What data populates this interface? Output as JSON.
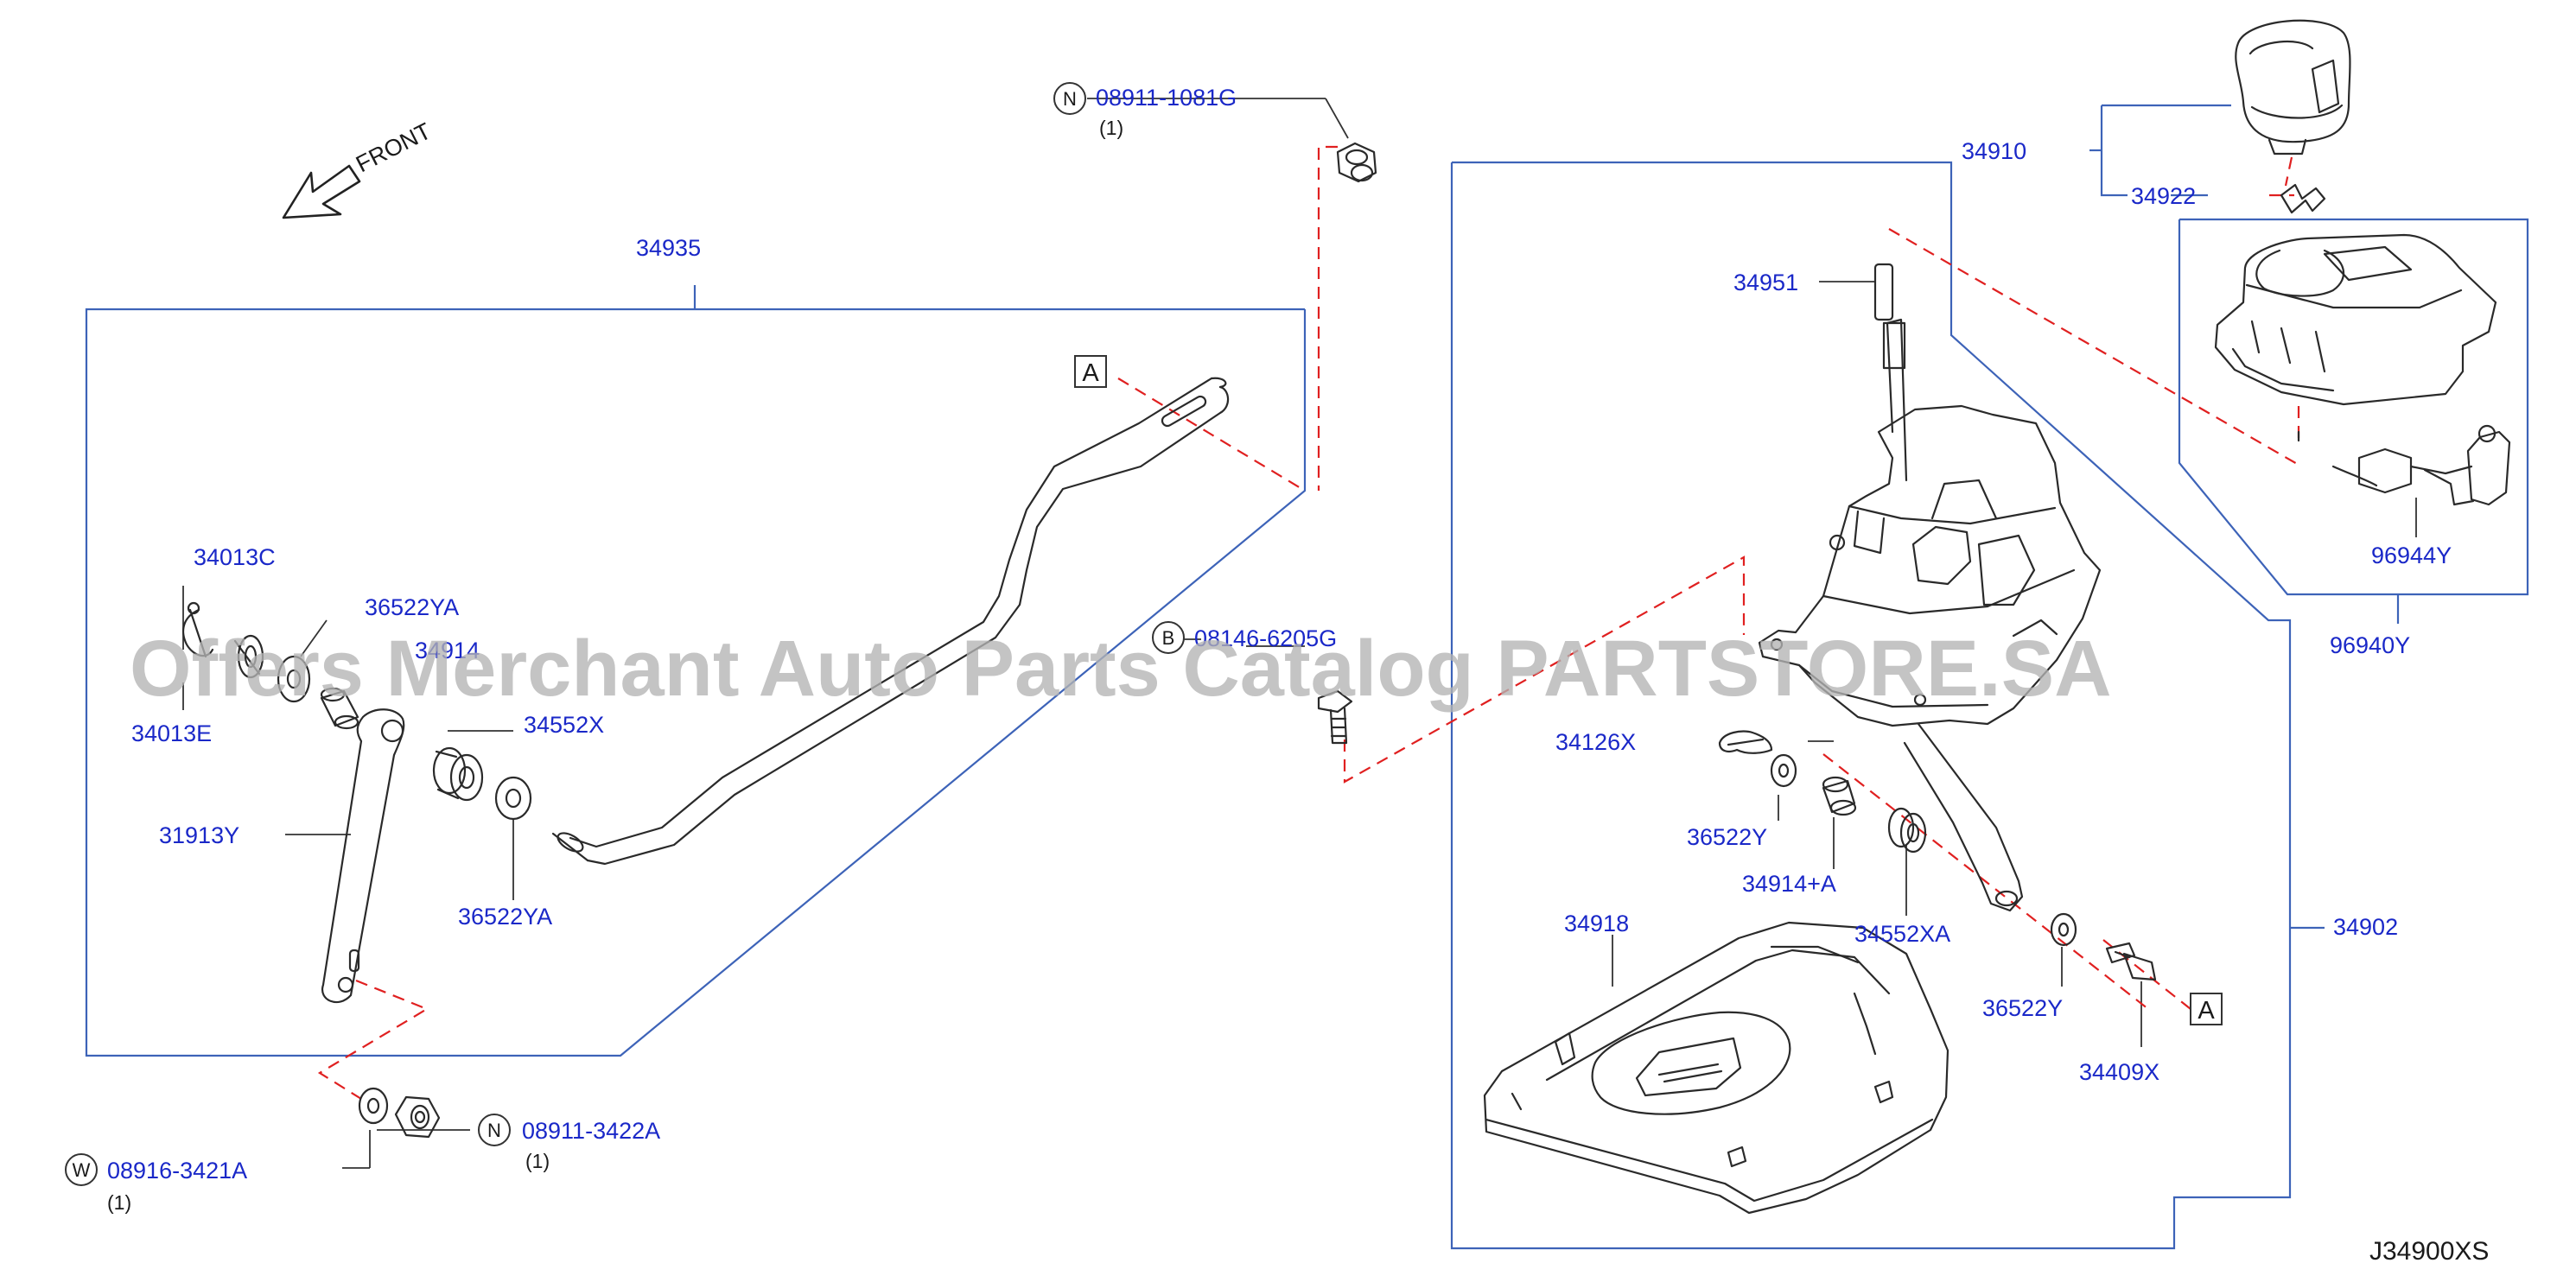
{
  "colors": {
    "label_blue": "#1a28c8",
    "line_blue": "#3d63b8",
    "leader_red": "#e02020",
    "part_stroke": "#2a2a2a",
    "watermark": "#b8b8b8"
  },
  "direction": {
    "text": "FRONT"
  },
  "labels": {
    "p34935": "34935",
    "p34013C": "34013C",
    "p36522YA_top": "36522YA",
    "p34914_partial": "34914",
    "p34013E": "34013E",
    "p34552X": "34552X",
    "p31913Y": "31913Y",
    "p36522YA_bottom": "36522YA",
    "p34910": "34910",
    "p34922": "34922",
    "p34951": "34951",
    "p96944Y": "96944Y",
    "p96940Y": "96940Y",
    "p34126X": "34126X",
    "p36522Y_left": "36522Y",
    "p34914A": "34914+A",
    "p34552XA": "34552XA",
    "p34902": "34902",
    "p34918": "34918",
    "p36522Y_right": "36522Y",
    "p34409X": "34409X"
  },
  "fasteners": {
    "nut_top": {
      "prefix": "N",
      "number": "08911-1081G",
      "qty": "(1)"
    },
    "bolt_mid": {
      "prefix": "B",
      "number": "08146-6205G"
    },
    "nut_bottom": {
      "prefix": "N",
      "number": "08911-3422A",
      "qty": "(1)"
    },
    "washer_bottom": {
      "prefix": "W",
      "number": "08916-3421A",
      "qty": "(1)"
    }
  },
  "ref_marks": {
    "a_top": "A",
    "a_right": "A"
  },
  "diagram_code": "J34900XS",
  "watermark": "Offers Merchant Auto Parts Catalog PARTSTORE.SA"
}
